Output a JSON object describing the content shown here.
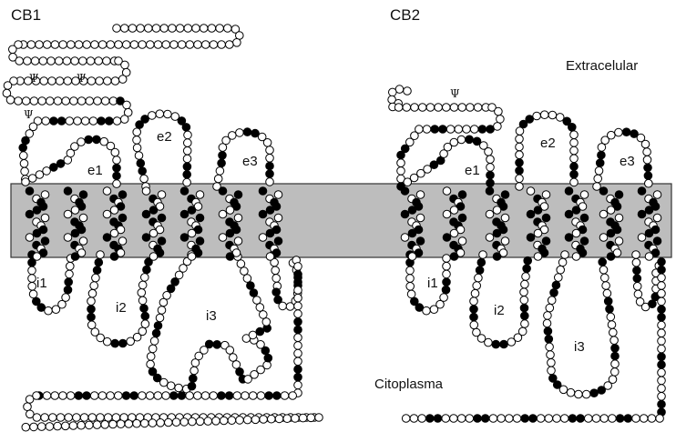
{
  "receptors": [
    {
      "name": "CB1",
      "extracellular_loops": [
        "e1",
        "e2",
        "e3"
      ],
      "intracellular_loops": [
        "i1",
        "i2",
        "i3"
      ],
      "glycosylation_mark": "Ψ",
      "glycosylation_count": 3
    },
    {
      "name": "CB2",
      "extracellular_loops": [
        "e1",
        "e2",
        "e3"
      ],
      "intracellular_loops": [
        "i1",
        "i2",
        "i3"
      ],
      "glycosylation_mark": "Ψ",
      "glycosylation_count": 1
    }
  ],
  "regions": {
    "extracellular": "Extracelular",
    "cytoplasm": "Citoplasma"
  },
  "colors": {
    "membrane_fill": "#bdbdbd",
    "membrane_stroke": "#333333",
    "residue_dark": "#000000",
    "residue_light": "#ffffff"
  }
}
